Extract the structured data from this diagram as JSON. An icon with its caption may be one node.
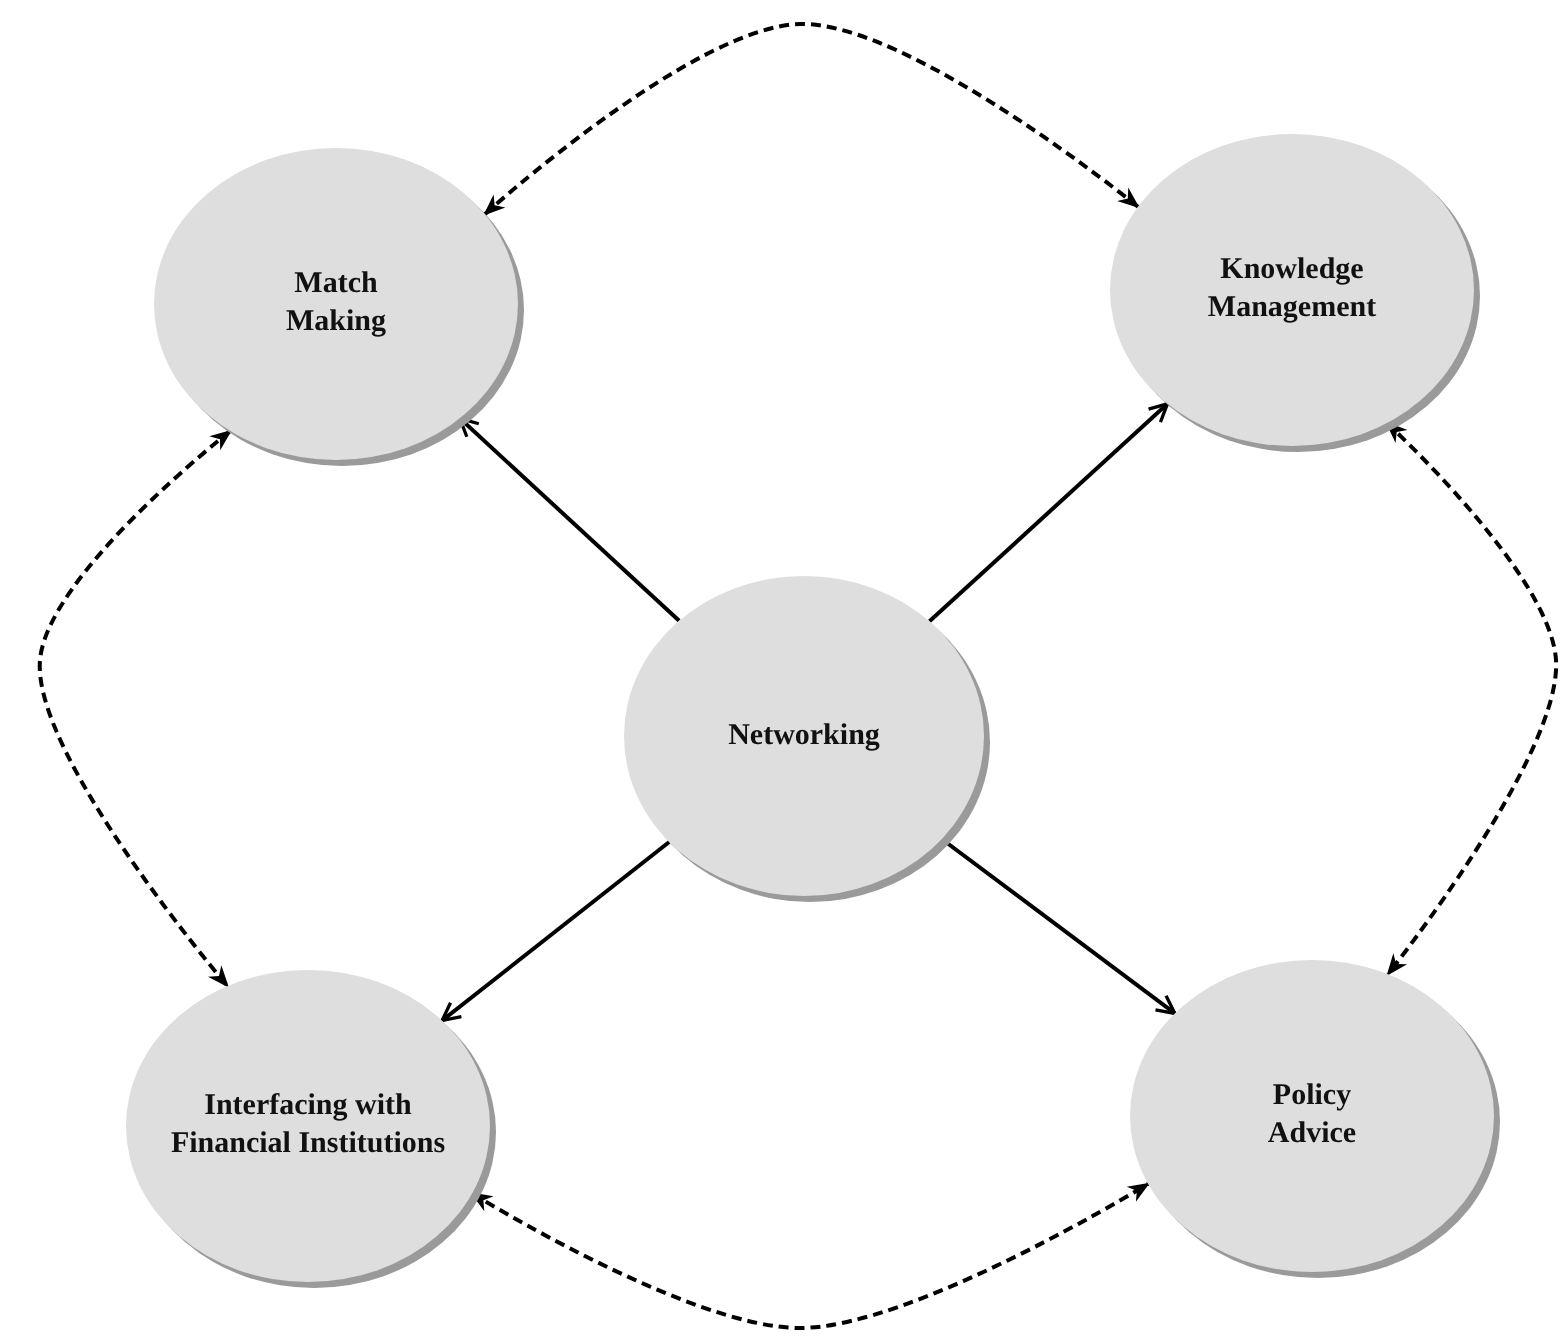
{
  "diagram": {
    "nodes": [
      {
        "text": [
          "Match Making"
        ]
      },
      {
        "text": [
          "Knowledge Management"
        ]
      },
      {
        "text": [
          "Networking"
        ]
      },
      {
        "text": [
          "Interfacing with Financial Institutions"
        ]
      },
      {
        "text": [
          "Policy Advice"
        ]
      }
    ],
    "edges": [
      {
        "from": 2,
        "to": 0,
        "arrow": "to"
      },
      {
        "from": 2,
        "to": 1,
        "arrow": "to"
      },
      {
        "from": 2,
        "to": 3,
        "arrow": "to"
      },
      {
        "from": 2,
        "to": 4,
        "arrow": "to"
      },
      {
        "from": 0,
        "to": 1,
        "arrow": "both",
        "style": "dashed"
      },
      {
        "from": 0,
        "to": 3,
        "arrow": "both",
        "style": "dashed"
      },
      {
        "from": 1,
        "to": 4,
        "arrow": "both",
        "style": "dashed"
      },
      {
        "from": 3,
        "to": 4,
        "arrow": "both",
        "style": "dashed"
      }
    ]
  }
}
